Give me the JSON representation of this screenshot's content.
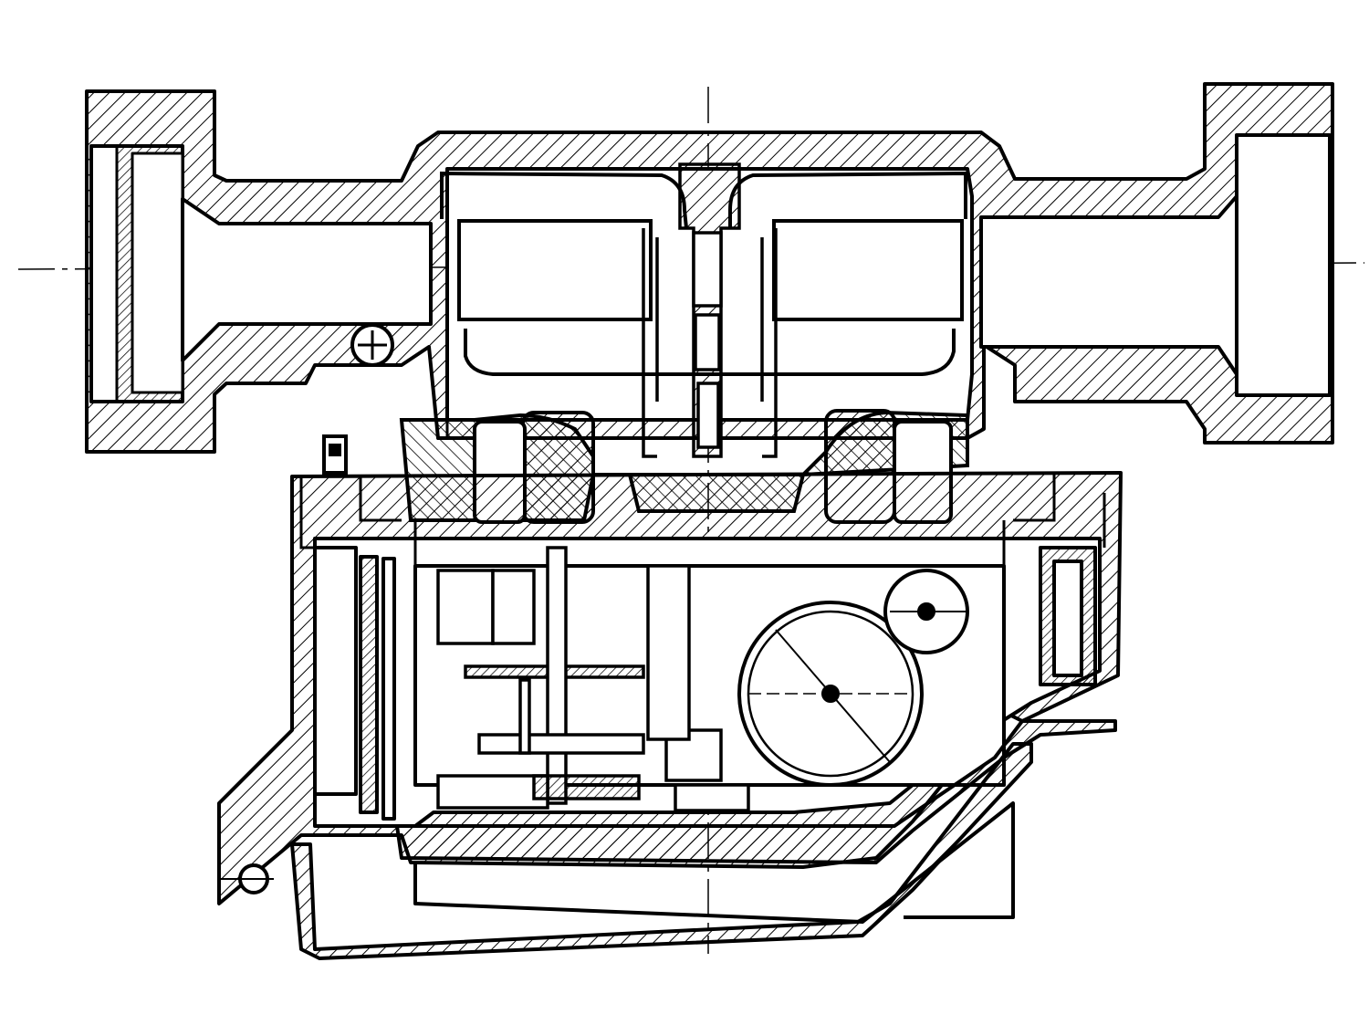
{
  "diagram": {
    "kind": "technical-cross-section",
    "subject": "water-meter",
    "background_color": "#ffffff",
    "line_color": "#000000",
    "labels": [],
    "parts": [
      "inlet-connection",
      "outlet-connection",
      "meter-body",
      "impeller-chamber",
      "impeller-blade-left",
      "impeller-blade-right",
      "central-shaft",
      "magnetic-coupling",
      "register-housing",
      "gear-train",
      "counter-drum",
      "check-ball",
      "strainer-screen",
      "cover-glass",
      "sealing-eyelet",
      "terminal-pin",
      "horizontal-centerline",
      "vertical-centerline"
    ]
  }
}
